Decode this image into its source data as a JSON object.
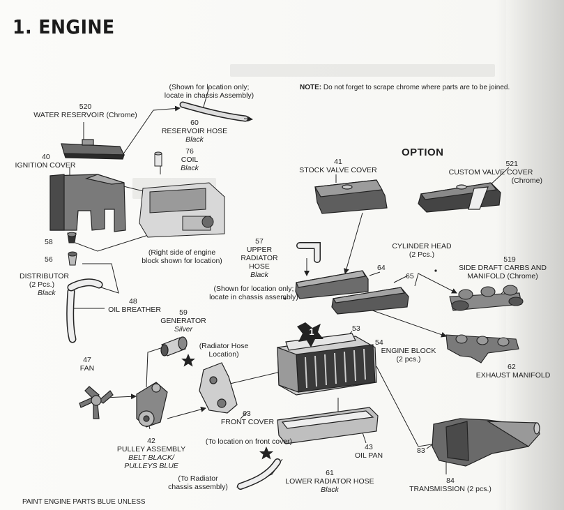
{
  "page": {
    "section_title": "1. ENGINE",
    "note_label": "NOTE:",
    "note_text": "Do not forget to scrape chrome where parts are to be joined.",
    "option_label": "OPTION",
    "footer": "PAINT ENGINE PARTS BLUE UNLESS",
    "step_badge": "1"
  },
  "callouts": {
    "shown_location_1": "(Shown for location only;",
    "shown_location_2": "locate in chassis Assembly)",
    "right_side_1": "(Right side of engine",
    "right_side_2": "block shown for location)",
    "shown_location_b1": "(Shown for location only;",
    "shown_location_b2": "locate in chassis assembly)",
    "radiator_hose_loc_1": "(Radiator Hose",
    "radiator_hose_loc_2": "Location)",
    "to_front_cover": "(To location on front cover)",
    "to_radiator_1": "(To Radiator",
    "to_radiator_2": "chassis assembly)"
  },
  "parts": {
    "p520": {
      "num": "520",
      "name": "WATER RESERVOIR (Chrome)"
    },
    "p60": {
      "num": "60",
      "name": "RESERVOIR HOSE",
      "note": "Black"
    },
    "p40": {
      "num": "40",
      "name": "IGNITION COVER"
    },
    "p76": {
      "num": "76",
      "name": "COIL",
      "note": "Black"
    },
    "p41": {
      "num": "41",
      "name": "STOCK VALVE COVER"
    },
    "p521": {
      "num": "521",
      "name": "CUSTOM VALVE COVER",
      "note": "(Chrome)"
    },
    "p58": {
      "num": "58"
    },
    "p56": {
      "num": "56"
    },
    "p57": {
      "num": "57",
      "name1": "UPPER",
      "name2": "RADIATOR",
      "name3": "HOSE",
      "note": "Black"
    },
    "cyl_head": {
      "name": "CYLINDER HEAD",
      "note": "(2 Pcs.)"
    },
    "p519": {
      "num": "519",
      "name1": "SIDE DRAFT CARBS AND",
      "name2": "MANIFOLD (Chrome)"
    },
    "p64": {
      "num": "64"
    },
    "p65": {
      "num": "65"
    },
    "distributor": {
      "name": "DISTRIBUTOR",
      "note1": "(2 Pcs.)",
      "note2": "Black"
    },
    "p48": {
      "num": "48",
      "name": "OIL BREATHER"
    },
    "p59": {
      "num": "59",
      "name": "GENERATOR",
      "note": "Silver"
    },
    "p53": {
      "num": "53"
    },
    "p54": {
      "num": "54",
      "name": "ENGINE BLOCK",
      "note": "(2 pcs.)"
    },
    "p47": {
      "num": "47",
      "name": "FAN"
    },
    "p62": {
      "num": "62",
      "name": "EXHAUST MANIFOLD"
    },
    "p63": {
      "num": "63",
      "name": "FRONT COVER"
    },
    "p42": {
      "num": "42",
      "name": "PULLEY ASSEMBLY",
      "note1": "BELT BLACK/",
      "note2": "PULLEYS BLUE"
    },
    "p43": {
      "num": "43",
      "name": "OIL PAN"
    },
    "p61": {
      "num": "61",
      "name": "LOWER RADIATOR HOSE",
      "note": "Black"
    },
    "p83": {
      "num": "83"
    },
    "p84": {
      "num": "84",
      "name": "TRANSMISSION (2 pcs.)"
    }
  }
}
